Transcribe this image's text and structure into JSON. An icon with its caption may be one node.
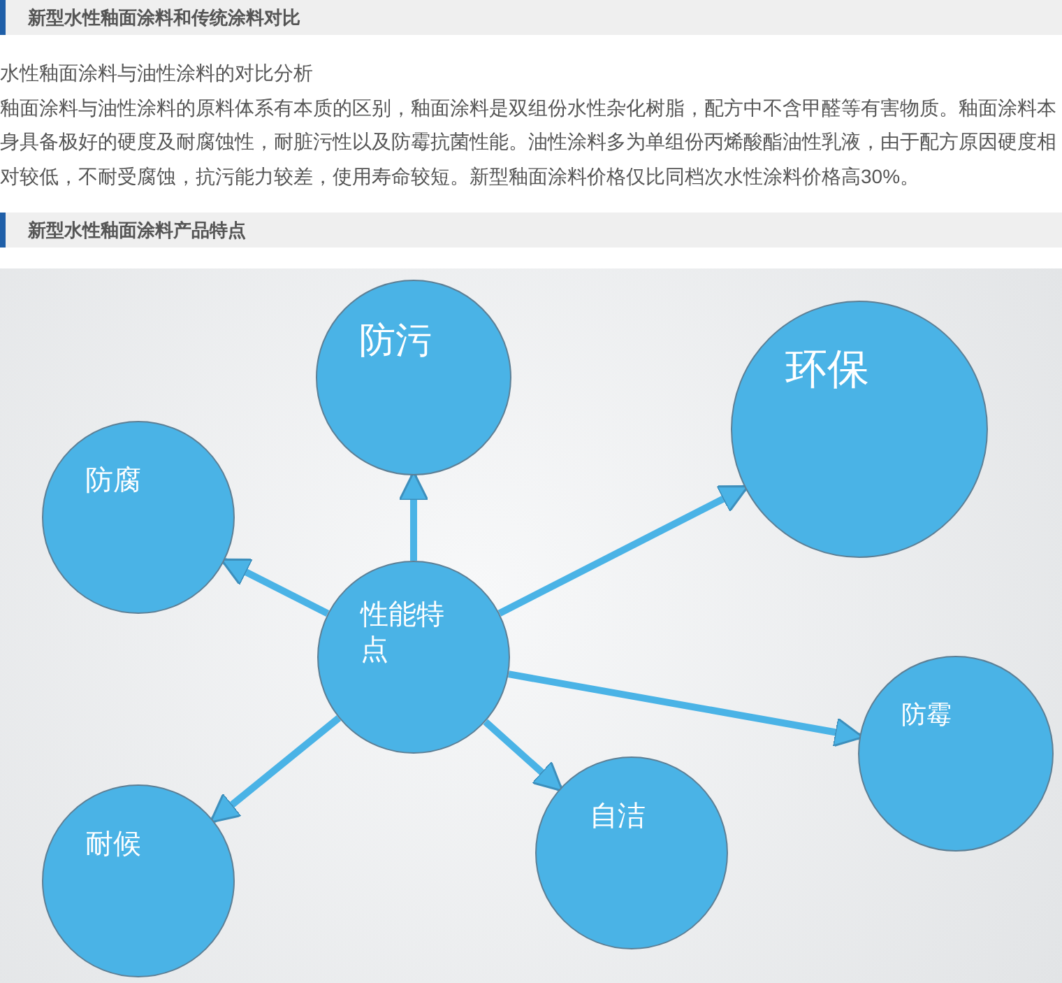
{
  "diagram": {
    "title": "新型水性釉面涂料和传统涂料对比",
    "nodes": [
      {
        "text": [
          "防污"
        ]
      },
      {
        "text": [
          "环保"
        ]
      },
      {
        "text": [
          "防腐"
        ]
      },
      {
        "text": [
          "性能特点"
        ]
      },
      {
        "text": [
          "防霉"
        ]
      },
      {
        "text": [
          "自洁"
        ]
      },
      {
        "text": [
          "耐候"
        ]
      }
    ],
    "edges": [
      {
        "from": 3,
        "to": 0,
        "arrow": "to"
      },
      {
        "from": 3,
        "to": 1,
        "arrow": "to"
      },
      {
        "from": 3,
        "to": 2,
        "arrow": "to"
      },
      {
        "from": 3,
        "to": 4,
        "arrow": "to"
      },
      {
        "from": 3,
        "to": 5,
        "arrow": "to"
      },
      {
        "from": 3,
        "to": 6,
        "arrow": "to"
      }
    ],
    "labels": [
      "水性釉面涂料与油性涂料的对比分析",
      "釉面涂料与油性涂料的原料体系有本质的区别，釉面涂料是双组份水性杂化树脂，配方中不含甲醛等有害物质。釉面涂料本身具备极好的硬度及耐腐蚀性，耐脏污性以及防霉抗菌性能。油性涂料多为单组份丙烯酸酯油性乳液，由于配方原因硬度相对较低，不耐受腐蚀，抗污能力较差，使用寿命较短。新型釉面涂料价格仅比同档次水性涂料价格高30%。",
      "新型水性釉面涂料产品特点"
    ]
  }
}
